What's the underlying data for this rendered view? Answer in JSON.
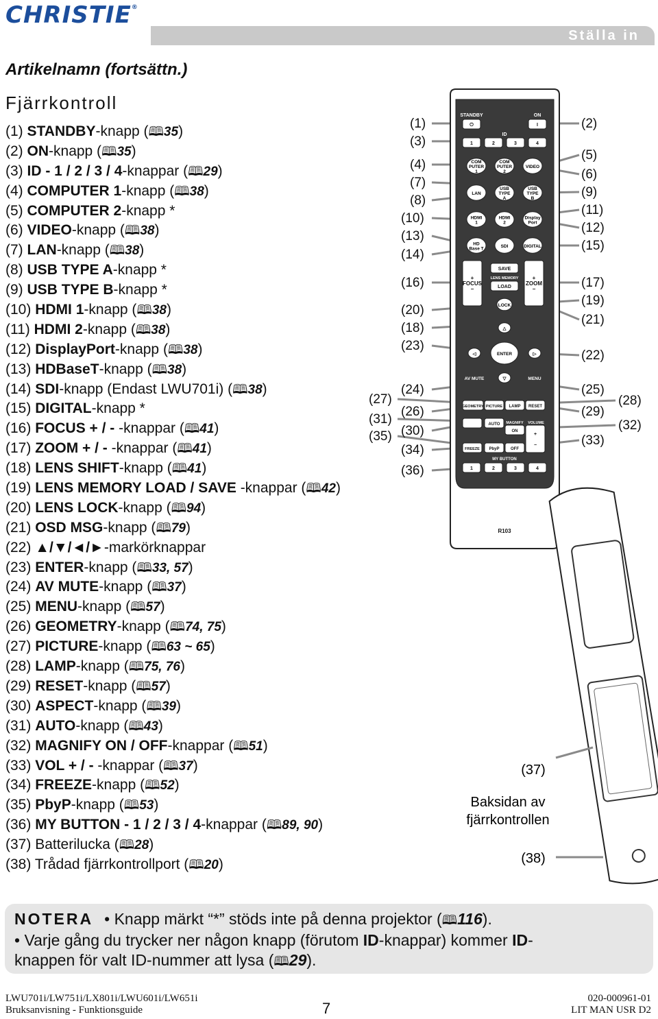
{
  "brand": "CHRISTIE",
  "header_section": "Ställa in",
  "subtitle": "Artikelnamn (fortsättn.)",
  "section_title": "Fjärrkontroll",
  "book_icon": "book-icon",
  "items": [
    {
      "n": "(1)",
      "name": "STANDBY",
      "rest": "-knapp (",
      "pg": "35",
      "end": ")"
    },
    {
      "n": "(2)",
      "name": "ON",
      "rest": "-knapp (",
      "pg": "35",
      "end": ")"
    },
    {
      "n": "(3)",
      "name": "ID - 1 / 2 / 3 / 4",
      "rest": "-knappar (",
      "pg": "29",
      "end": ")"
    },
    {
      "n": "(4)",
      "name": "COMPUTER 1",
      "rest": "-knapp (",
      "pg": "38",
      "end": ")"
    },
    {
      "n": "(5)",
      "name": "COMPUTER 2",
      "rest": "-knapp *",
      "pg": "",
      "end": ""
    },
    {
      "n": "(6)",
      "name": "VIDEO",
      "rest": "-knapp (",
      "pg": "38",
      "end": ")"
    },
    {
      "n": "(7)",
      "name": "LAN",
      "rest": "-knapp (",
      "pg": "38",
      "end": ")"
    },
    {
      "n": "(8)",
      "name": "USB TYPE A",
      "rest": "-knapp *",
      "pg": "",
      "end": ""
    },
    {
      "n": "(9)",
      "name": "USB TYPE B",
      "rest": "-knapp *",
      "pg": "",
      "end": ""
    },
    {
      "n": "(10)",
      "name": "HDMI 1",
      "rest": "-knapp (",
      "pg": "38",
      "end": ")"
    },
    {
      "n": "(11)",
      "name": "HDMI 2",
      "rest": "-knapp (",
      "pg": "38",
      "end": ")"
    },
    {
      "n": "(12)",
      "name": "DisplayPort",
      "rest": "-knapp (",
      "pg": "38",
      "end": ")"
    },
    {
      "n": "(13)",
      "name": "HDBaseT",
      "rest": "-knapp (",
      "pg": "38",
      "end": ")"
    },
    {
      "n": "(14)",
      "name": "SDI",
      "rest": "-knapp (Endast LWU701i) (",
      "pg": "38",
      "end": ")"
    },
    {
      "n": "(15)",
      "name": "DIGITAL",
      "rest": "-knapp *",
      "pg": "",
      "end": ""
    },
    {
      "n": "(16)",
      "name": "FOCUS + / -",
      "rest": " -knappar (",
      "pg": "41",
      "end": ")"
    },
    {
      "n": "(17)",
      "name": "ZOOM + / -",
      "rest": " -knappar (",
      "pg": "41",
      "end": ")"
    },
    {
      "n": "(18)",
      "name": "LENS SHIFT",
      "rest": "-knapp (",
      "pg": "41",
      "end": ")"
    },
    {
      "n": "(19)",
      "name": "LENS MEMORY LOAD / SAVE",
      "rest": " -knappar (",
      "pg": "42",
      "end": ")"
    },
    {
      "n": "(20)",
      "name": "LENS LOCK",
      "rest": "-knapp (",
      "pg": "94",
      "end": ")"
    },
    {
      "n": "(21)",
      "name": "OSD MSG",
      "rest": "-knapp (",
      "pg": "79",
      "end": ")"
    },
    {
      "n": "(22)",
      "name": "▲/▼/◄/►",
      "rest": "-markörknappar",
      "pg": "",
      "end": ""
    },
    {
      "n": "(23)",
      "name": "ENTER",
      "rest": "-knapp (",
      "pg": "33, 57",
      "end": ")"
    },
    {
      "n": "(24)",
      "name": "AV MUTE",
      "rest": "-knapp (",
      "pg": "37",
      "end": ")"
    },
    {
      "n": "(25)",
      "name": "MENU",
      "rest": "-knapp (",
      "pg": "57",
      "end": ")"
    },
    {
      "n": "(26)",
      "name": "GEOMETRY",
      "rest": "-knapp (",
      "pg": "74, 75",
      "end": ")"
    },
    {
      "n": "(27)",
      "name": "PICTURE",
      "rest": "-knapp (",
      "pg": "63 ~ 65",
      "end": ")"
    },
    {
      "n": "(28)",
      "name": "LAMP",
      "rest": "-knapp (",
      "pg": "75, 76",
      "end": ")"
    },
    {
      "n": "(29)",
      "name": "RESET",
      "rest": "-knapp (",
      "pg": "57",
      "end": ")"
    },
    {
      "n": "(30)",
      "name": "ASPECT",
      "rest": "-knapp (",
      "pg": "39",
      "end": ")"
    },
    {
      "n": "(31)",
      "name": "AUTO",
      "rest": "-knapp (",
      "pg": "43",
      "end": ")"
    },
    {
      "n": "(32)",
      "name": "MAGNIFY ON / OFF",
      "rest": "-knappar (",
      "pg": "51",
      "end": ")"
    },
    {
      "n": "(33)",
      "name": "VOL + / -",
      "rest": " -knappar (",
      "pg": "37",
      "end": ")"
    },
    {
      "n": "(34)",
      "name": "FREEZE",
      "rest": "-knapp (",
      "pg": "52",
      "end": ")"
    },
    {
      "n": "(35)",
      "name": "PbyP",
      "rest": "-knapp (",
      "pg": "53",
      "end": ")"
    },
    {
      "n": "(36)",
      "name": "MY BUTTON - 1 / 2 / 3 / 4",
      "rest": "-knappar (",
      "pg": "89, 90",
      "end": ")"
    },
    {
      "n": "(37)",
      "name": "",
      "rest": "Batterilucka (",
      "pg": "28",
      "end": ")"
    },
    {
      "n": "(38)",
      "name": "",
      "rest": "Trådad fjärrkontrollport (",
      "pg": "20",
      "end": ")"
    }
  ],
  "remote": {
    "labels_left": [
      "(1)",
      "(3)",
      "(4)",
      "(7)",
      "(8)",
      "(10)",
      "(13)",
      "(14)",
      "(16)",
      "(20)",
      "(18)",
      "(23)",
      "(24)",
      "(27)",
      "(26)",
      "(31)",
      "(30)",
      "(35)",
      "(34)",
      "(36)"
    ],
    "labels_right": [
      "(2)",
      "(5)",
      "(6)",
      "(9)",
      "(11)",
      "(12)",
      "(15)",
      "(17)",
      "(19)",
      "(21)",
      "(22)",
      "(25)",
      "(28)",
      "(29)",
      "(32)",
      "(33)"
    ],
    "btn": {
      "standby": "STANDBY",
      "on": "ON",
      "id": "ID",
      "id1": "1",
      "id2": "2",
      "id3": "3",
      "id4": "4",
      "com1a": "COM",
      "com1b": "PUTER",
      "com1c": "1",
      "com2a": "COM",
      "com2b": "PUTER",
      "com2c": "2",
      "video": "VIDEO",
      "lan": "LAN",
      "usba1": "USB",
      "usba2": "TYPE",
      "usba3": "A",
      "usbb1": "USB",
      "usbb2": "TYPE",
      "usbb3": "B",
      "hdmi1a": "HDMI",
      "hdmi1b": "1",
      "hdmi2a": "HDMI",
      "hdmi2b": "2",
      "dp1": "Display",
      "dp2": "Port",
      "hd1": "HD",
      "hd2": "Base T",
      "sdi": "SDI",
      "digital": "DIGITAL",
      "focus": "FOCUS",
      "save": "SAVE",
      "lensmem": "LENS MEMORY",
      "load": "LOAD",
      "zoom": "ZOOM",
      "lock": "LOCK",
      "enter": "ENTER",
      "avmute": "AV MUTE",
      "menu": "MENU",
      "geometry": "GEOMETRY",
      "picture": "PICTURE",
      "lamp": "LAMP",
      "reset": "RESET",
      "auto": "AUTO",
      "magnify": "MAGNIFY",
      "volume": "VOLUME",
      "mon": "ON",
      "moff": "OFF",
      "freeze": "FREEZE",
      "pbyp": "PbyP",
      "mybutton": "MY BUTTON",
      "my1": "1",
      "my2": "2",
      "my3": "3",
      "my4": "4",
      "model": "R103",
      "plus": "+",
      "minus": "−"
    },
    "back_label": "(37)",
    "back_caption1": "Baksidan av",
    "back_caption2": "fjärrkontrollen",
    "port_label": "(38)"
  },
  "note": {
    "label": "NOTERA",
    "line1a": "• Knapp märkt  “*”  stöds inte på denna projektor (",
    "line1pg": "116",
    "line1b": ").",
    "line2a": "• Varje gång du trycker ner någon knapp (förutom ",
    "line2b": "ID",
    "line2c": "-knappar) kommer ",
    "line2d": "ID",
    "line2e": "-",
    "line3a": "knappen för valt ID-nummer att lysa (",
    "line3pg": "29",
    "line3b": ")."
  },
  "footer": {
    "model": "LWU701i/LW751i/LX801i/LWU601i/LW651i",
    "doc": "Bruksanvisning - Funktionsguide",
    "page": "7",
    "code": "020-000961-01",
    "code2": "LIT MAN USR D2"
  }
}
